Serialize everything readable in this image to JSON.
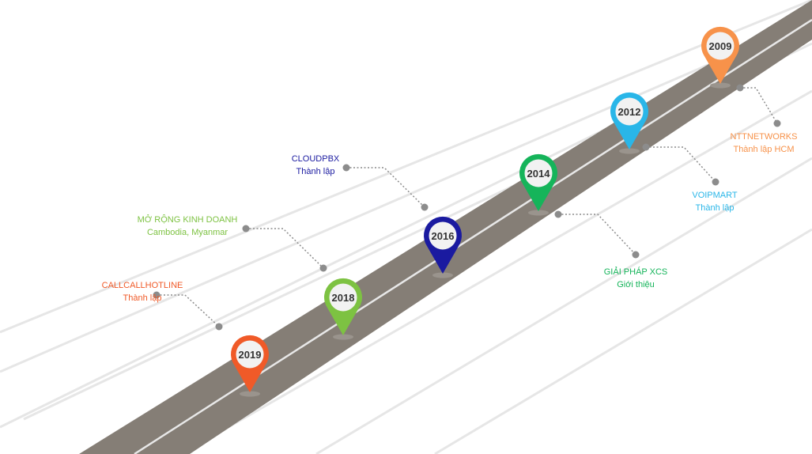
{
  "milestones": [
    {
      "year": "2019",
      "title": "CALLCALLHOTLINE",
      "subtitle": "Thành lập",
      "color": "#f05a28"
    },
    {
      "year": "2018",
      "title": "MỞ RỘNG KINH DOANH",
      "subtitle": "Cambodia, Myanmar",
      "color": "#7dc242"
    },
    {
      "year": "2016",
      "title": "CLOUDPBX",
      "subtitle": "Thành lập",
      "color": "#1a1aa0"
    },
    {
      "year": "2014",
      "title": "GIẢI PHÁP XCS",
      "subtitle": "Giới thiệu",
      "color": "#15b45a"
    },
    {
      "year": "2012",
      "title": "VOIPMART",
      "subtitle": "Thành lập",
      "color": "#29b6e8"
    },
    {
      "year": "2009",
      "title": "NTTNETWORKS",
      "subtitle": "Thành lập HCM",
      "color": "#f7924a"
    }
  ],
  "road_color": "#857e76",
  "connector_color": "#8c8c8c"
}
